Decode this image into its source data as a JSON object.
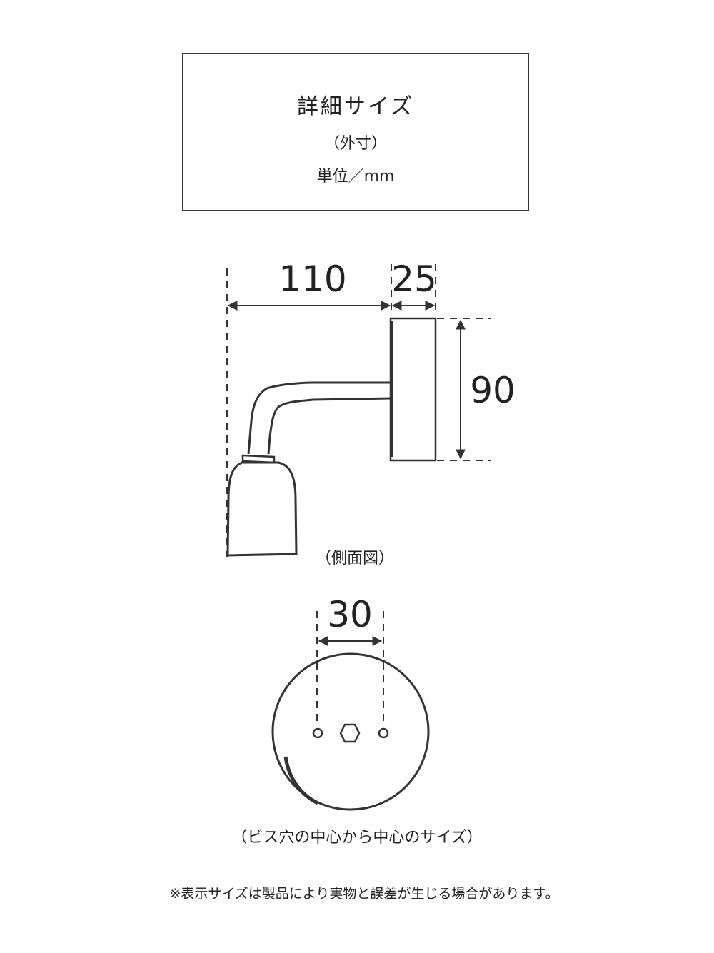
{
  "info": {
    "title": "詳細サイズ",
    "subtitle": "（外寸）",
    "unit": "単位／mm"
  },
  "side_view": {
    "dim_arm": "110",
    "dim_base_depth": "25",
    "dim_height": "90",
    "caption": "（側面図）"
  },
  "front_view": {
    "dim_screw": "30",
    "caption": "（ビス穴の中心から中心のサイズ）"
  },
  "footnote": "※表示サイズは製品により実物と誤差が生じる場合があります。",
  "colors": {
    "line": "#333333",
    "background": "#ffffff"
  }
}
